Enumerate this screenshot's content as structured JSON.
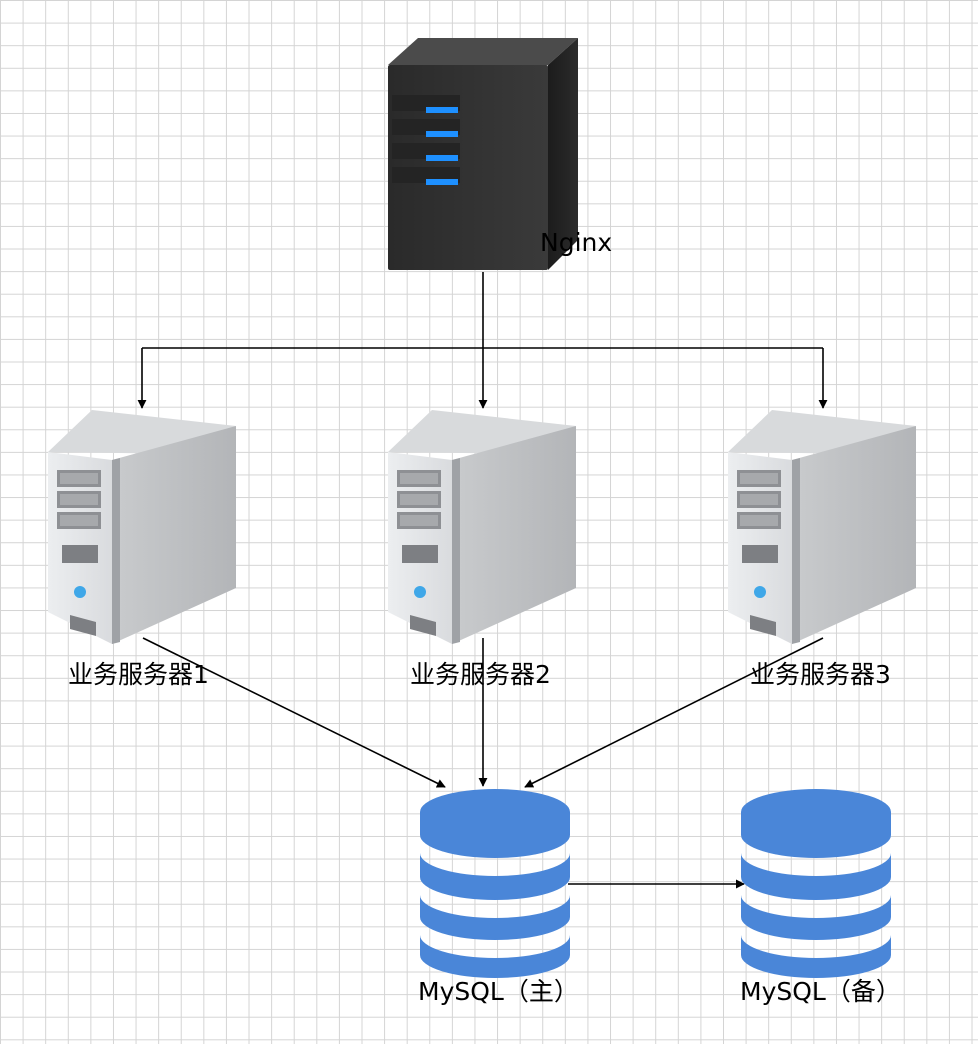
{
  "nodes": {
    "nginx": {
      "label": "Nginx"
    },
    "servers": [
      {
        "label": "业务服务器1"
      },
      {
        "label": "业务服务器2"
      },
      {
        "label": "业务服务器3"
      }
    ],
    "db_master": {
      "label": "MySQL（主）"
    },
    "db_backup": {
      "label": "MySQL（备）"
    }
  },
  "colors": {
    "nginx_body": "#333333",
    "nginx_led": "#1e90ff",
    "server_body": "#c4c6c8",
    "server_power": "#3fa7e8",
    "database": "#4a86d8",
    "connector": "#000000"
  },
  "connections": [
    {
      "from": "nginx",
      "to": "server-1"
    },
    {
      "from": "nginx",
      "to": "server-2"
    },
    {
      "from": "nginx",
      "to": "server-3"
    },
    {
      "from": "server-1",
      "to": "db-master"
    },
    {
      "from": "server-2",
      "to": "db-master"
    },
    {
      "from": "server-3",
      "to": "db-master"
    },
    {
      "from": "db-master",
      "to": "db-backup"
    }
  ]
}
